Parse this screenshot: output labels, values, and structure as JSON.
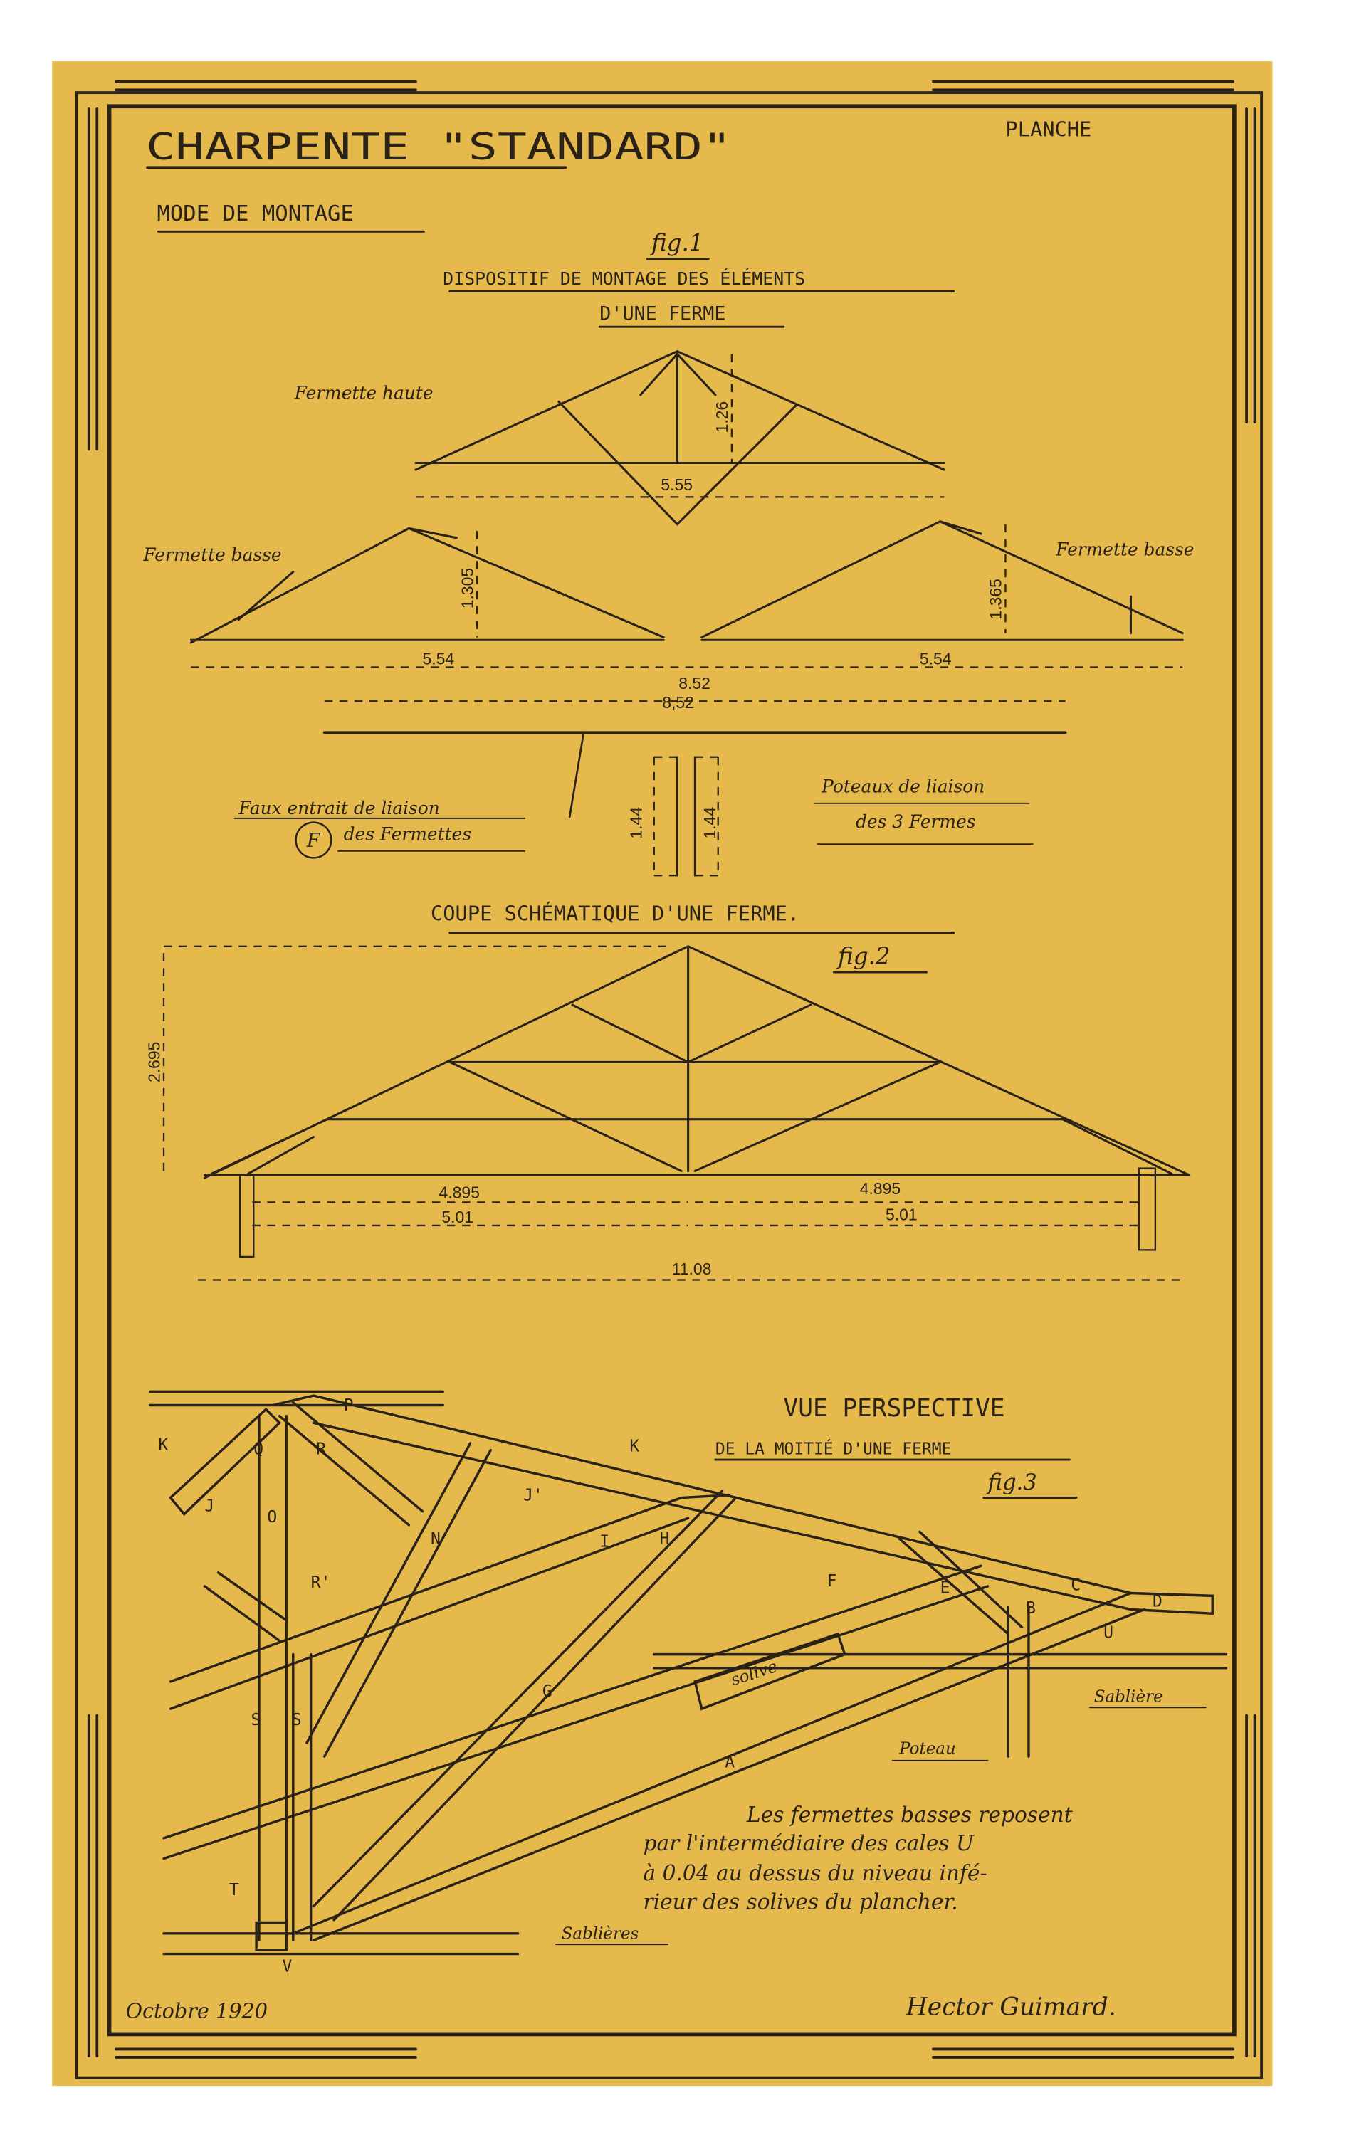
{
  "colors": {
    "paper": "#e6b94d",
    "ink": "#2a2216",
    "background": "#ffffff"
  },
  "header": {
    "title": "CHARPENTE \"STANDARD\"",
    "plate_label": "PLANCHE",
    "subtitle": "MODE DE MONTAGE"
  },
  "fig1": {
    "label": "fig.1",
    "caption_line1": "DISPOSITIF DE MONTAGE DES ÉLÉMENTS",
    "caption_line2": "D'UNE FERME",
    "upper_truss_label": "Fermette haute",
    "left_truss_label": "Fermette basse",
    "right_truss_label": "Fermette basse",
    "dims": {
      "upper_height": "1.26",
      "upper_span": "5.55",
      "left_height": "1.305",
      "right_height": "1.365",
      "left_span": "5.54",
      "right_span": "5.54",
      "center": "8.52",
      "tie_length": "8,52",
      "post_left": "1.44",
      "post_right": "1.44"
    },
    "tie_label_line1": "Faux entrait de liaison",
    "tie_label_line2": "des Fermettes",
    "tie_marker": "F",
    "posts_label_line1": "Poteaux de liaison",
    "posts_label_line2": "des 3 Fermes"
  },
  "fig2": {
    "caption": "COUPE SCHÉMATIQUE D'UNE FERME.",
    "label": "fig.2",
    "dims": {
      "height": "2.695",
      "left_inner": "4.895",
      "right_inner": "4.895",
      "left_outer": "5.01",
      "right_outer": "5.01",
      "total": "11.08"
    }
  },
  "fig3": {
    "caption_line1": "VUE PERSPECTIVE",
    "caption_line2": "DE LA MOITIÉ D'UNE FERME",
    "label": "fig.3",
    "part_letters": [
      "P",
      "K",
      "Q",
      "R",
      "J",
      "O",
      "N",
      "J'",
      "K",
      "I",
      "H",
      "R'",
      "F",
      "E",
      "C",
      "D",
      "B",
      "U",
      "G",
      "S",
      "S",
      "A",
      "T",
      "V"
    ],
    "part_labels": {
      "joist": "solive",
      "wall_plate": "Sablière",
      "post": "Poteau",
      "wall_plates_bottom": "Sablières"
    },
    "note": [
      "Les fermettes basses reposent",
      "par l'intermédiaire des cales U",
      "à 0.04 au dessus du niveau infé-",
      "rieur des solives du plancher."
    ]
  },
  "footer": {
    "date": "Octobre 1920",
    "signature": "Hector Guimard."
  }
}
